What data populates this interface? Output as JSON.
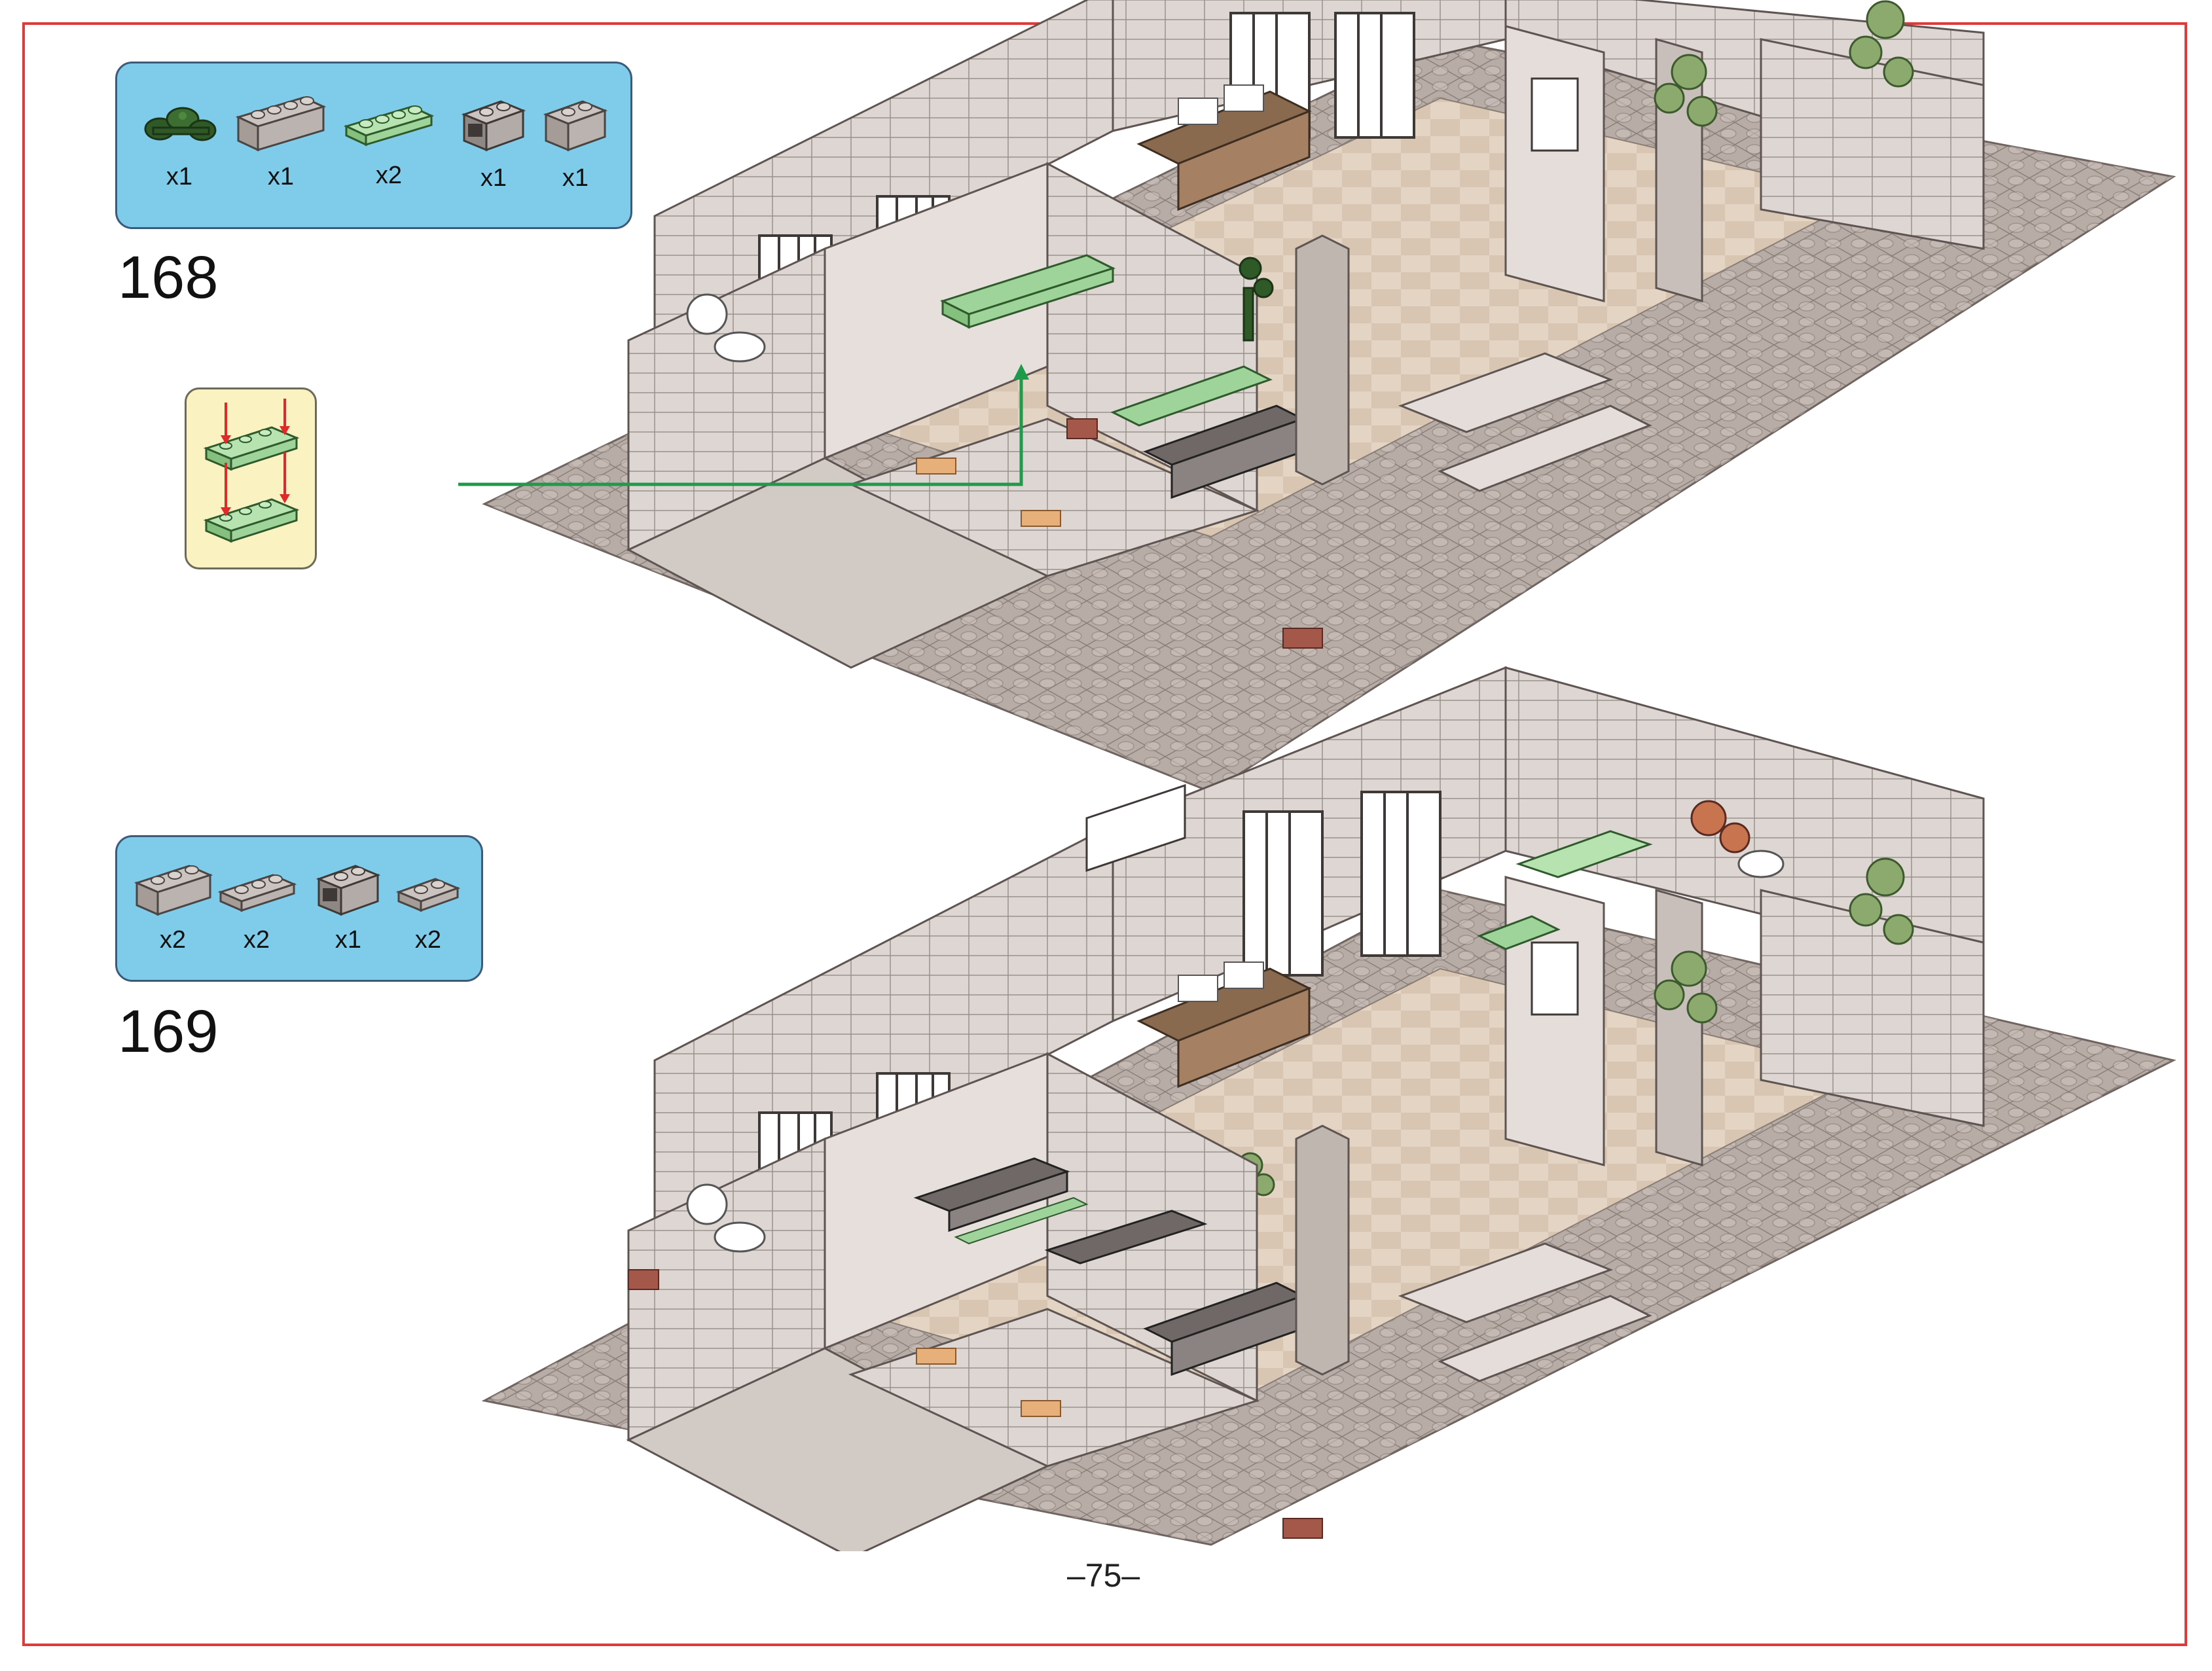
{
  "colors": {
    "frame": "#e03a3a",
    "parts_box": "#7fcbea",
    "sub_box": "#fbf2c2",
    "arrow_green": "#1f9a4a",
    "arrow_red": "#e02a2a",
    "light_green_plate": "#9ed39a",
    "dark_green_plant": "#2f5a28",
    "grey_brick": "#b9b1ad",
    "base_grey": "#b8aca6"
  },
  "steps": [
    {
      "number": "168",
      "parts": [
        {
          "icon": "dark-green-plant-leaf-icon",
          "qty": "x1"
        },
        {
          "icon": "grey-brick-1x4-icon",
          "qty": "x1"
        },
        {
          "icon": "light-green-plate-1x4-icon",
          "qty": "x2"
        },
        {
          "icon": "grey-grille-brick-icon",
          "qty": "x1"
        },
        {
          "icon": "grey-brick-1x2-icon",
          "qty": "x1"
        }
      ]
    },
    {
      "number": "169",
      "parts": [
        {
          "icon": "grey-brick-1x3-icon",
          "qty": "x2"
        },
        {
          "icon": "grey-plate-1x3-icon",
          "qty": "x2"
        },
        {
          "icon": "grey-grille-brick-icon",
          "qty": "x1"
        },
        {
          "icon": "grey-plate-1x2-icon",
          "qty": "x2"
        }
      ]
    }
  ],
  "page": {
    "number": "–75–"
  }
}
